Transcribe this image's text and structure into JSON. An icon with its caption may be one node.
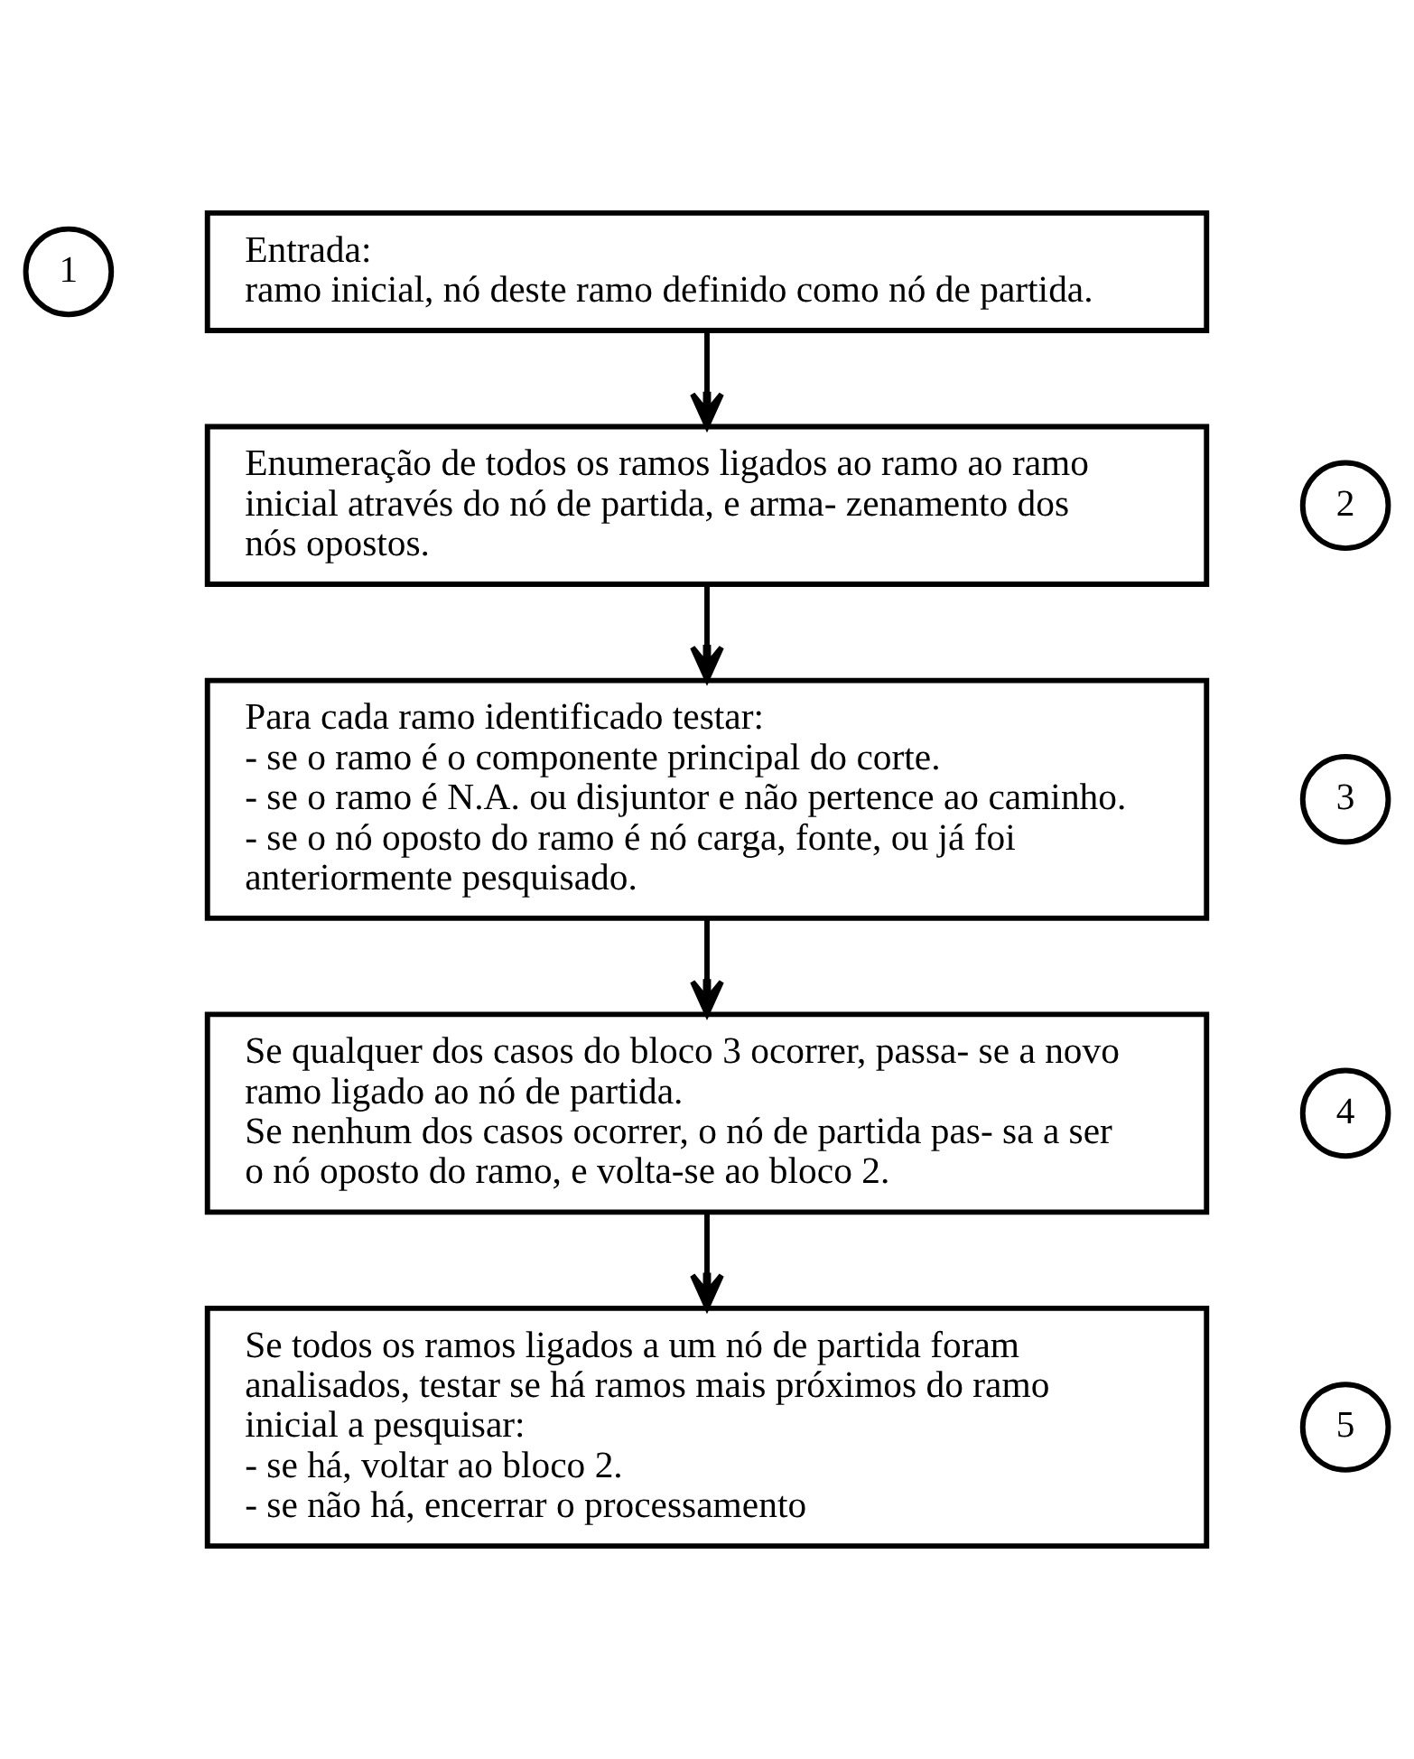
{
  "diagram": {
    "nodes": [
      {
        "text": [
          "1"
        ]
      },
      {
        "text": [
          "Entrada:",
          "ramo inicial, nó deste ramo definido como nó de partida."
        ]
      },
      {
        "text": [
          "2"
        ]
      },
      {
        "text": [
          "Enumeração de todos os ramos ligados ao ramo ao ramo inicial através do nó de partida, e arma- zenamento dos nós opostos."
        ]
      },
      {
        "text": [
          "3"
        ]
      },
      {
        "text": [
          "Para cada ramo identificado testar:",
          "- se o ramo é o componente principal do corte.",
          "- se o ramo é N.A. ou disjuntor e não pertence ao caminho.",
          "- se o nó oposto do ramo é nó carga, fonte, ou já foi anteriormente pesquisado."
        ]
      },
      {
        "text": [
          "4"
        ]
      },
      {
        "text": [
          "Se qualquer dos casos do bloco 3 ocorrer, passa- se a novo ramo ligado ao nó de partida.",
          "Se nenhum dos casos ocorrer, o nó de partida pas- sa a ser o nó oposto do ramo, e volta-se ao bloco 2."
        ]
      },
      {
        "text": [
          "5"
        ]
      },
      {
        "text": [
          "Se todos os ramos ligados a um nó de partida foram analisados, testar se há ramos mais próximos do ramo inicial a pesquisar:",
          "- se há, voltar ao bloco 2.",
          "- se não há, encerrar o processamento"
        ]
      }
    ],
    "edges": [
      {
        "from": 1,
        "to": 3,
        "arrow": "to"
      },
      {
        "from": 3,
        "to": 5,
        "arrow": "to"
      },
      {
        "from": 5,
        "to": 7,
        "arrow": "to"
      },
      {
        "from": 7,
        "to": 9,
        "arrow": "to"
      }
    ]
  }
}
